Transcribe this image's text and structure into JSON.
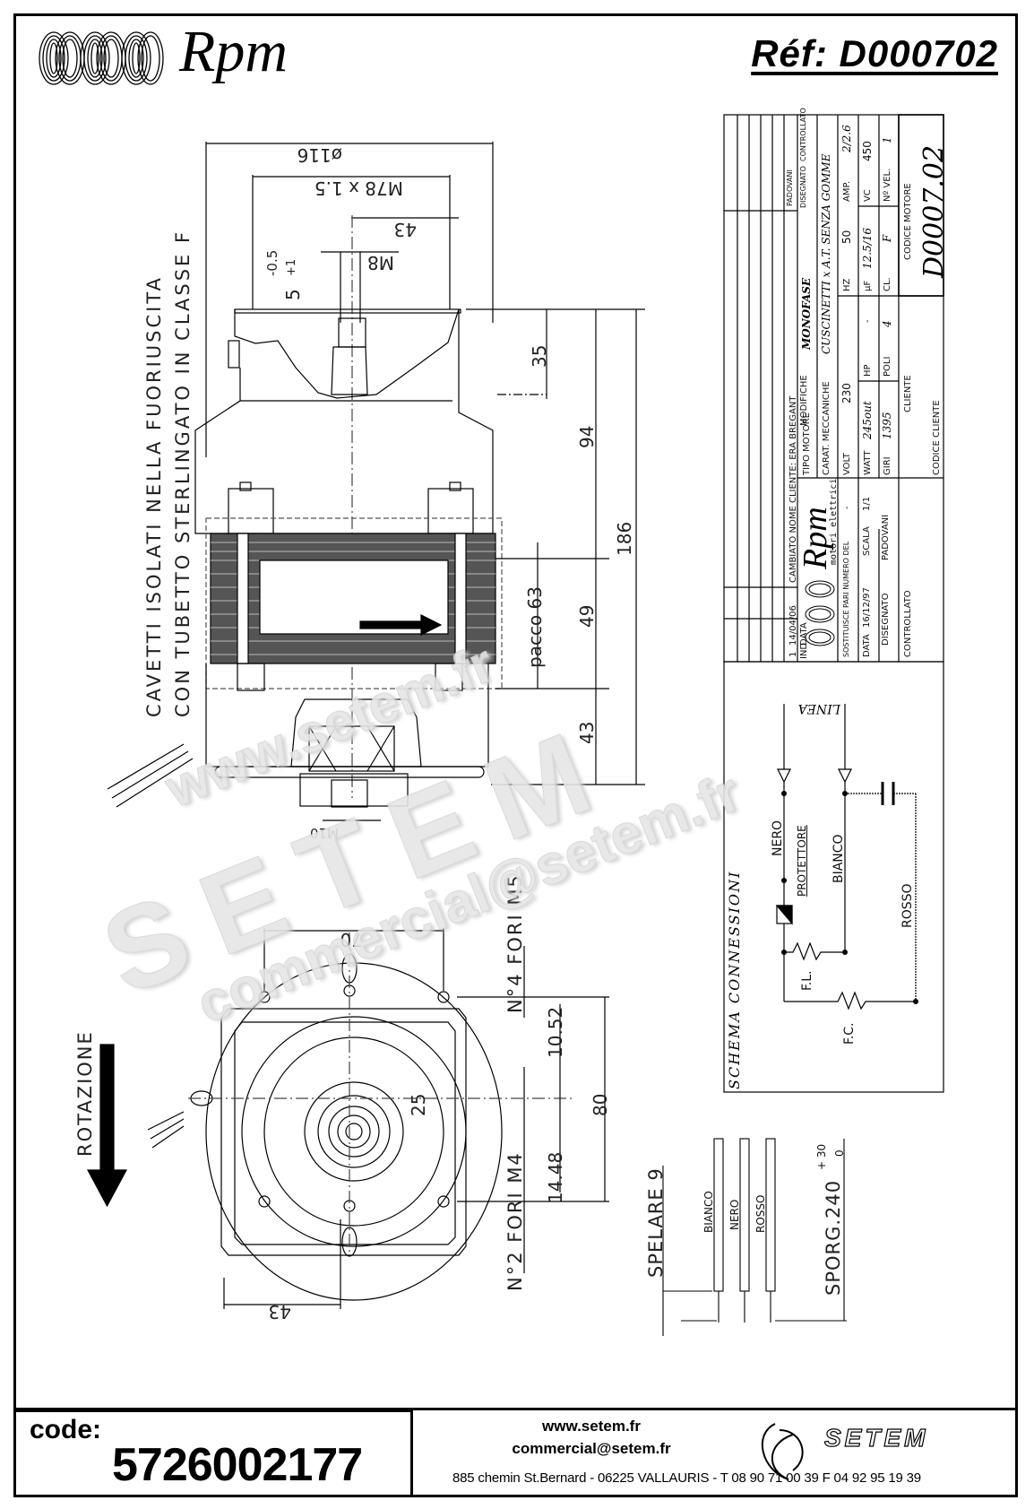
{
  "header": {
    "brand": "Rpm",
    "reference": "Réf:  D000702"
  },
  "side_view": {
    "note_line1": "CAVETTI ISOLATI NELLA FUORIUSCITA",
    "note_line2": "CON TUBETTO STERLINGATO IN CLASSE F",
    "dimensions": {
      "diameter": "ø116",
      "thread": "M78 x 1.5",
      "offset_43_top": "43",
      "shaft_thread": "M8",
      "tolerance_upper": "-0.5",
      "tolerance_lower": "+1",
      "shaft_length": "5",
      "d35": "35",
      "d94": "94",
      "d186": "186",
      "pacco": "pacco 63",
      "d49": "49",
      "d43_bottom": "43",
      "m10": "M10"
    }
  },
  "front_view": {
    "rotation_label": "ROTAZIONE",
    "holes_m5": "N°4 FORI M5",
    "holes_m4": "N°2 FORI M4",
    "d70": "70",
    "d25": "25",
    "d10_52": "10.52",
    "d14_48": "14.48",
    "d80": "80",
    "d43": "43"
  },
  "wires": {
    "strip_label": "SPELARE 9",
    "colors": [
      "BIANCO",
      "NERO",
      "ROSSO"
    ],
    "length_label": "SPORG.240",
    "tol_upper": "+ 30",
    "tol_lower": "0"
  },
  "title_block": {
    "revisions": [
      {
        "ind": "-",
        "data": "-",
        "desc": "-",
        "by1": "-",
        "by2": "-"
      },
      {
        "ind": "-",
        "data": "-",
        "desc": "-",
        "by1": "-",
        "by2": "-"
      },
      {
        "ind": "-",
        "data": "-",
        "desc": "-",
        "by1": "-",
        "by2": "-"
      },
      {
        "ind": "-",
        "data": "-",
        "desc": "-",
        "by1": "-",
        "by2": "-"
      },
      {
        "ind": "1",
        "data": "14/04/06",
        "desc": "CAMBIATO NOME CLIENTE: ERA BREGANT",
        "by1": "PADOVANI",
        "by2": ""
      }
    ],
    "hdr_ind": "IND",
    "hdr_data": "DATA",
    "hdr_modifiche": "MODIFICHE",
    "hdr_disegnato": "DISEGNATO",
    "hdr_controllato": "CONTROLLATO",
    "tipo_motore_label": "TIPO MOTORE",
    "tipo_motore": "MONOFASE",
    "carat_label": "CARAT. MECCANICHE",
    "carat": "CUSCINETTI x A.T. SENZA GOMME",
    "volt_label": "VOLT",
    "volt": "230",
    "hz_label": "HZ",
    "hz": "50",
    "amp_label": "AMP.",
    "amp": "2/2.6",
    "watt_label": "WATT",
    "watt": "245out",
    "hp_label": "HP",
    "hp": "-",
    "uf_label": "µF",
    "uf": "12.5/16",
    "vc_label": "VC",
    "vc": "450",
    "giri_label": "GIRI",
    "giri": "1395",
    "poli_label": "POLI",
    "poli": "4",
    "cl_label": "CL.",
    "cl": "F",
    "nvel_label": "Nº VEL.",
    "nvel": "1",
    "cliente_label": "CLIENTE",
    "codice_motore_label": "CODICE MOTORE",
    "codice_motore": "D0007.02",
    "codice_cliente_label": "CODICE CLIENTE",
    "logo_sub": "motori elettrici",
    "sostituisce_label": "SOSTITUISCE PARI NUMERO DEL",
    "sostituisce": "-",
    "data_label": "DATA",
    "data": "16/12/97",
    "scala_label": "SCALA",
    "scala": "1/1",
    "disegnato_label": "DISEGNATO",
    "disegnato": "PADOVANI",
    "controllato_label": "CONTROLLATO"
  },
  "schema": {
    "title": "SCHEMA CONNESSIONI",
    "linea": "LINEA",
    "nero": "NERO",
    "protettore": "PROTETTORE",
    "bianco": "BIANCO",
    "rosso": "ROSSO",
    "fl": "F.L.",
    "fc": "F.C."
  },
  "watermark": {
    "url": "www.setem.fr",
    "brand": "SETEM",
    "email": "commercial@setem.fr"
  },
  "footer": {
    "code_label": "code:",
    "code": "5726002177",
    "website": "www.setem.fr",
    "email": "commercial@setem.fr",
    "address": "885 chemin St.Bernard  -  06225 VALLAURIS  -  T 08 90 71 00 39   F 04 92 95 19 39",
    "company": "SETEM"
  }
}
